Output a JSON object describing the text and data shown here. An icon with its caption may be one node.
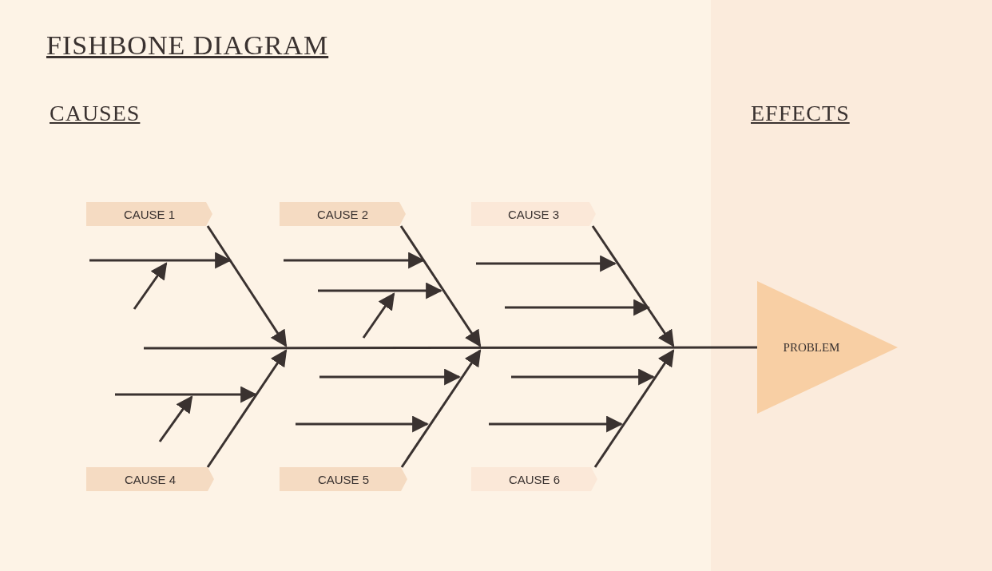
{
  "diagram": {
    "title": "FISHBONE DIAGRAM",
    "nodes": [
      {
        "text": [
          "CAUSE 1"
        ]
      },
      {
        "text": [
          "CAUSE 2"
        ]
      },
      {
        "text": [
          "CAUSE 3"
        ]
      },
      {
        "text": [
          "CAUSE 4"
        ]
      },
      {
        "text": [
          "CAUSE 5"
        ]
      },
      {
        "text": [
          "CAUSE 6"
        ]
      },
      {
        "text": [
          "PROBLEM"
        ]
      }
    ],
    "edges": [
      {
        "from": 0,
        "to": null,
        "arrow": "to"
      },
      {
        "from": 1,
        "to": null,
        "arrow": "to"
      },
      {
        "from": 2,
        "to": null,
        "arrow": "to"
      },
      {
        "from": 3,
        "to": null,
        "arrow": "to"
      },
      {
        "from": 4,
        "to": null,
        "arrow": "to"
      },
      {
        "from": 5,
        "to": null,
        "arrow": "to"
      },
      {
        "from": null,
        "to": 6,
        "arrow": "none"
      }
    ],
    "labels": [
      "CAUSES",
      "EFFECTS"
    ]
  }
}
